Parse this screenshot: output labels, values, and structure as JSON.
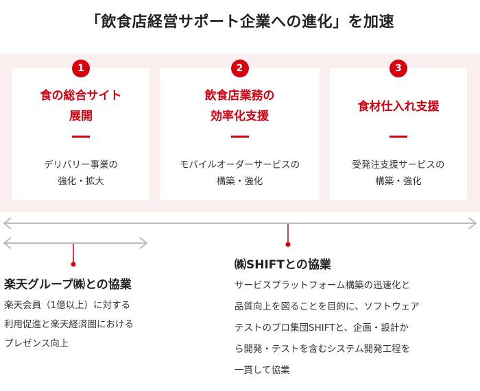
{
  "title": "「飲食店経営サポート企業への進化」を加速",
  "cards": [
    {
      "number": "1",
      "title_lines": [
        "食の総合サイト",
        "展開"
      ],
      "desc_lines": [
        "デリバリー事業の",
        "強化・拡大"
      ]
    },
    {
      "number": "2",
      "title_lines": [
        "飲食店業務の",
        "効率化支援"
      ],
      "desc_lines": [
        "モバイルオーダーサービスの",
        "構築・強化"
      ]
    },
    {
      "number": "3",
      "title_lines": [
        "食材仕入れ支援"
      ],
      "desc_lines": [
        "受発注支援サービスの",
        "構築・強化"
      ]
    }
  ],
  "rakuten": {
    "heading": "楽天グループ㈱との協業",
    "body_lines": [
      "楽天会員（1億以上）に対する",
      "利用促進と楽天経済圏における",
      "プレゼンス向上"
    ]
  },
  "shift": {
    "heading": "㈱SHIFTとの協業",
    "body_lines": [
      "サービスプラットフォーム構築の迅速化と",
      "品質向上を図ることを目的に、ソフトウェア",
      "テストのプロ集団SHIFTと、企画・設計か",
      "ら開発・テストを含むシステム開発工程を",
      "一貫して協業"
    ]
  },
  "colors": {
    "accent": "#d7000f",
    "band": "#fbeeee",
    "line": "#bbbbbb"
  }
}
